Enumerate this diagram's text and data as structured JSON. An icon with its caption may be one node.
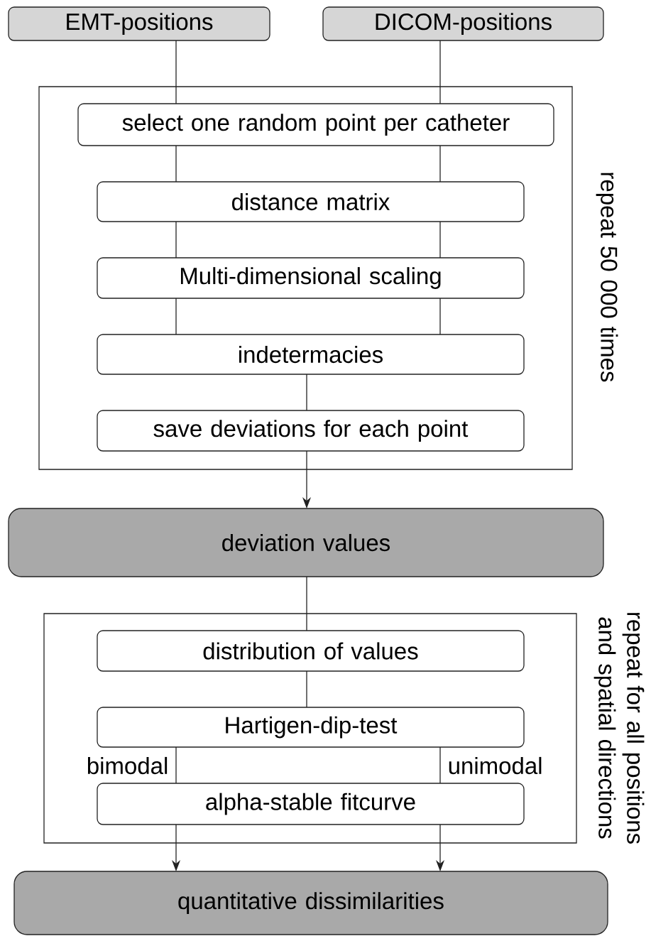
{
  "diagram": {
    "nodes": [
      {
        "text": [
          "EMT-positions"
        ]
      },
      {
        "text": [
          "DICOM-positions"
        ]
      },
      {
        "text": [],
        "shape": "box",
        "beside": [
          "repeat 50 000 times"
        ]
      },
      {
        "text": [
          "select one random point per catheter"
        ],
        "in": 2
      },
      {
        "text": [
          "distance matrix"
        ],
        "in": 2
      },
      {
        "text": [
          "Multi-dimensional scaling"
        ],
        "in": 2
      },
      {
        "text": [
          "indetermacies"
        ],
        "in": 2
      },
      {
        "text": [
          "save deviations for each point"
        ],
        "in": 2
      },
      {
        "text": [
          "deviation values"
        ]
      },
      {
        "text": [],
        "shape": "box",
        "beside": [
          "repeat for all positions and spatial directions"
        ]
      },
      {
        "text": [
          "distribution of values"
        ],
        "in": 9
      },
      {
        "text": [
          "Hartigen-dip-test"
        ],
        "in": 9
      },
      {
        "text": [
          "alpha-stable fitcurve"
        ],
        "in": 9
      },
      {
        "text": [
          "quantitative dissimilarities"
        ]
      }
    ],
    "edges": [
      {
        "from": 0,
        "to": 3,
        "arrow": "none"
      },
      {
        "from": 1,
        "to": 3,
        "arrow": "none"
      },
      {
        "from": 3,
        "to": 4,
        "arrow": "none"
      },
      {
        "from": 3,
        "to": 4,
        "arrow": "none"
      },
      {
        "from": 4,
        "to": 5,
        "arrow": "none"
      },
      {
        "from": 4,
        "to": 5,
        "arrow": "none"
      },
      {
        "from": 5,
        "to": 6,
        "arrow": "none"
      },
      {
        "from": 5,
        "to": 6,
        "arrow": "none"
      },
      {
        "from": 6,
        "to": 7,
        "arrow": "none"
      },
      {
        "from": 7,
        "to": 8,
        "arrow": "to"
      },
      {
        "from": 8,
        "to": 10,
        "arrow": "none"
      },
      {
        "from": 10,
        "to": 11,
        "arrow": "none"
      },
      {
        "from": 11,
        "to": 12,
        "arrow": "none",
        "label": "bimodal"
      },
      {
        "from": 11,
        "to": 12,
        "arrow": "none",
        "label": "unimodal"
      },
      {
        "from": 12,
        "to": 13,
        "arrow": "to"
      },
      {
        "from": 12,
        "to": 13,
        "arrow": "to"
      }
    ]
  }
}
